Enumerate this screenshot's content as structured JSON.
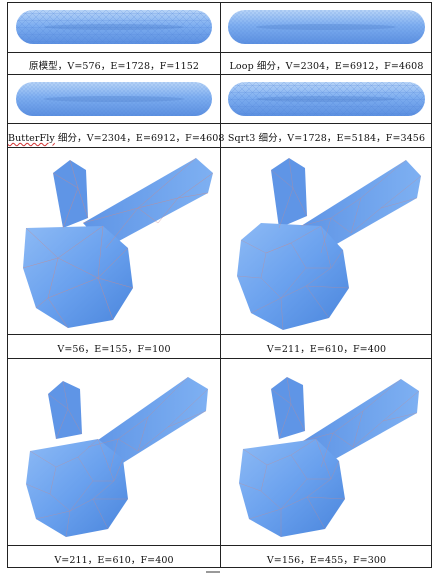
{
  "captions": {
    "original": "原模型，V=576，E=1728，F=1152",
    "loop": "Loop 细分，V=2304，E=6912，F=4608",
    "butterfly_word": "ButterFly",
    "butterfly_rest": " 细分，V=2304，E=6912，F=4608",
    "sqrt3": "Sqrt3 细分，V=1728，E=5184，F=3456",
    "mesh_a": "V=56，E=155，F=100",
    "mesh_b": "V=211，E=610，F=400",
    "mesh_c": "V=211，E=610，F=400",
    "mesh_d": "V=156，E=455，F=300"
  },
  "colors": {
    "mesh_fill": "#6aa1ee",
    "mesh_light": "#9cc4f7",
    "mesh_dark": "#3f79cf",
    "wire": "#c98a8a",
    "border": "#222222"
  }
}
